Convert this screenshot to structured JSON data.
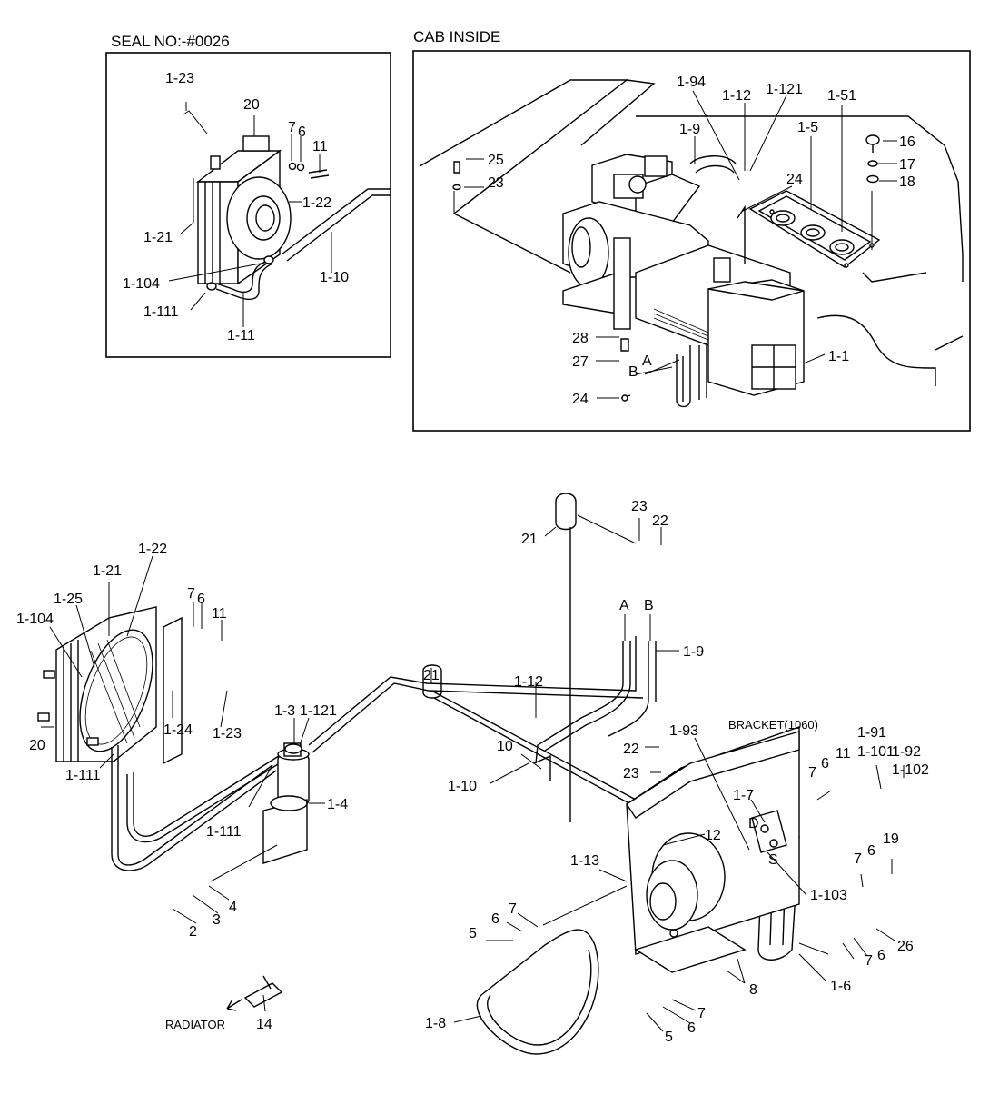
{
  "titles": {
    "seal": "SEAL NO:-#0026",
    "cab": "CAB INSIDE",
    "bracket": "BRACKET(1060)",
    "radiator": "RADIATOR"
  },
  "callouts": {
    "seal": [
      "1-23",
      "20",
      "7",
      "6",
      "11",
      "1-22",
      "1-21",
      "1-104",
      "1-10",
      "1-111",
      "1-11"
    ],
    "cab": [
      "1-94",
      "1-12",
      "1-121",
      "1-51",
      "1-9",
      "1-5",
      "16",
      "17",
      "18",
      "25",
      "23",
      "24",
      "28",
      "27",
      "A",
      "B",
      "24",
      "1-1"
    ],
    "main": [
      "21",
      "23",
      "22",
      "1-22",
      "1-21",
      "1-25",
      "1-104",
      "7",
      "6",
      "11",
      "A",
      "B",
      "1-9",
      "1-23",
      "1-24",
      "20",
      "1-111",
      "1-121",
      "1-3",
      "21",
      "1-12",
      "1-4",
      "1-111",
      "1-93",
      "10",
      "1-10",
      "22",
      "23",
      "1-91",
      "1-101",
      "1-92",
      "1-102",
      "7",
      "6",
      "11",
      "1-7",
      "D",
      "12",
      "S",
      "1-13",
      "1-103",
      "7",
      "6",
      "19",
      "2",
      "3",
      "4",
      "5",
      "6",
      "7",
      "26",
      "7",
      "6",
      "1-6",
      "8",
      "1-8",
      "7",
      "6",
      "5",
      "14"
    ]
  }
}
